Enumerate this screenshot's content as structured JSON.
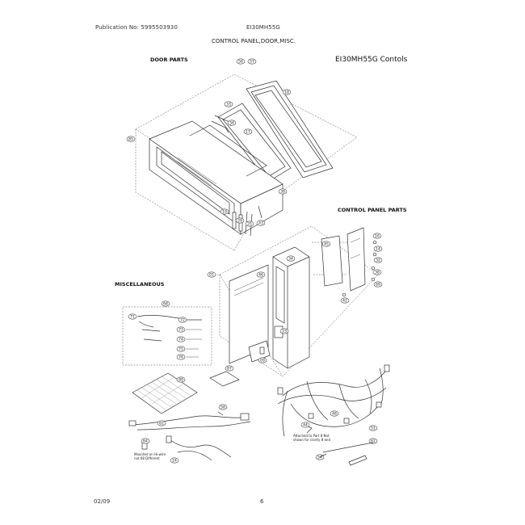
{
  "header": {
    "publication": "Publication No: 5995503930",
    "model": "EI30MH55G",
    "page_title": "CONTROL PANEL,DOOR,MISC."
  },
  "sections": {
    "door_parts": "DOOR PARTS",
    "subtitle": "EI30MH55G Contols",
    "control_panel_parts": "CONTROL PANEL PARTS",
    "miscellaneous": "MISCELLANEOUS"
  },
  "notes": {
    "attach_note_1": "Attached to Part 8 Not",
    "attach_note_2": "shown for clarity 8 and",
    "mount_note_1": "Mounted on Hi-wire",
    "mount_note_2": "not 68 Different"
  },
  "callouts": {
    "door": [
      {
        "id": "door-top-a",
        "label": "56"
      },
      {
        "id": "door-top-b",
        "label": "57"
      },
      {
        "id": "door-frame",
        "label": "18"
      },
      {
        "id": "door-hinge-a",
        "label": "33"
      },
      {
        "id": "door-hinge-b",
        "label": "34"
      },
      {
        "id": "door-glass",
        "label": "17"
      },
      {
        "id": "door-main",
        "label": "85"
      },
      {
        "id": "door-choke",
        "label": "38"
      },
      {
        "id": "door-clip-a",
        "label": "19"
      },
      {
        "id": "door-clip-b",
        "label": "29"
      },
      {
        "id": "door-clip-c",
        "label": "25"
      },
      {
        "id": "door-latch",
        "label": "43"
      }
    ],
    "control": [
      {
        "id": "cp-panel",
        "label": "01"
      },
      {
        "id": "cp-board-a",
        "label": "46"
      },
      {
        "id": "cp-board-b",
        "label": "34"
      },
      {
        "id": "cp-bracket",
        "label": "45"
      },
      {
        "id": "cp-screw-a",
        "label": "16"
      },
      {
        "id": "cp-screw-b",
        "label": "14"
      },
      {
        "id": "cp-screw-c",
        "label": "32"
      },
      {
        "id": "cp-screw-d",
        "label": "38"
      },
      {
        "id": "cp-nut",
        "label": "69"
      },
      {
        "id": "cp-key",
        "label": "42"
      },
      {
        "id": "cp-pad",
        "label": "23"
      },
      {
        "id": "cp-switch",
        "label": "09"
      }
    ],
    "misc": [
      {
        "id": "misc-kit",
        "label": "68"
      },
      {
        "id": "misc-a",
        "label": "71"
      },
      {
        "id": "misc-b",
        "label": "72"
      },
      {
        "id": "misc-c",
        "label": "73"
      },
      {
        "id": "misc-d",
        "label": "74"
      },
      {
        "id": "misc-e",
        "label": "75"
      },
      {
        "id": "misc-f",
        "label": "76"
      },
      {
        "id": "misc-rack",
        "label": "89"
      },
      {
        "id": "misc-card",
        "label": "87"
      },
      {
        "id": "misc-bolt",
        "label": "58"
      },
      {
        "id": "misc-harness",
        "label": "62"
      },
      {
        "id": "misc-w1",
        "label": "44"
      },
      {
        "id": "misc-w2",
        "label": "48"
      },
      {
        "id": "misc-w3",
        "label": "51"
      },
      {
        "id": "misc-w4",
        "label": "54"
      },
      {
        "id": "misc-w5",
        "label": "61"
      },
      {
        "id": "misc-w6",
        "label": "24"
      },
      {
        "id": "misc-w7",
        "label": "64"
      }
    ]
  },
  "footer": {
    "date": "02/09",
    "page": "6"
  }
}
